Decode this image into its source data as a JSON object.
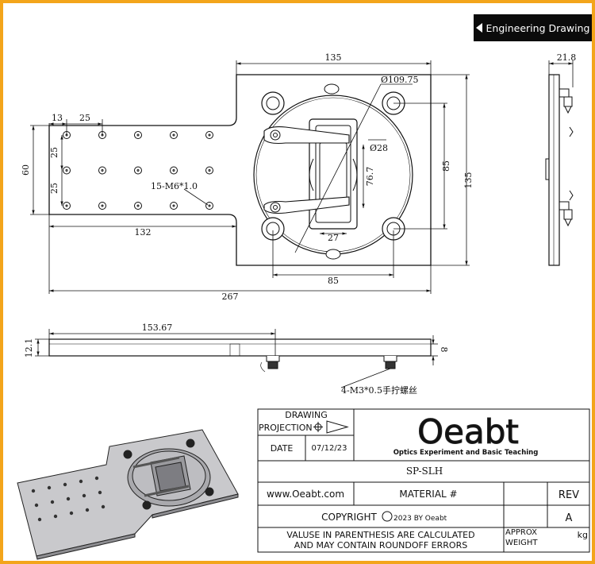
{
  "header": {
    "tag_label": "Engineering Drawing",
    "tag_icon": "left-triangle-icon"
  },
  "top_view": {
    "dims": {
      "overall_length": "267",
      "arm_length": "132",
      "plate_width": "135",
      "plate_height": "135",
      "arm_height": "60",
      "hole_offset": "13",
      "hole_pitch_x": "25",
      "hole_pitch_y1": "25",
      "hole_pitch_y2": "25",
      "bore_dia": "Ø109.75",
      "bore_inner_dia": "Ø28",
      "slot_height": "76.7",
      "slot_width": "27",
      "post_pitch_x": "85",
      "post_pitch_y": "85"
    },
    "hole_note": "15-M6*1.0"
  },
  "side_view": {
    "thickness": "21.8"
  },
  "front_view": {
    "length": "153.67",
    "thickness": "12.1",
    "step": "8",
    "screw_note": "4-M3*0.5手拧螺丝"
  },
  "title_block": {
    "drawing_label": "DRAWING",
    "projection_label": "PROJECTION",
    "date_label": "DATE",
    "date_value": "07/12/23",
    "logo_text": "Oeabt",
    "logo_tagline": "Optics Experiment and Basic Teaching",
    "part_number": "SP-SLH",
    "website": "www.Oeabt.com",
    "material_label": "MATERIAL #",
    "rev_label": "REV",
    "rev_value": "A",
    "copyright_label": "COPYRIGHT",
    "copyright_year": "2023 BY Oeabt",
    "note_line1": "VALUSE IN PARENTHESIS ARE CALCULATED",
    "note_line2": "AND MAY CONTAIN ROUNDOFF ERRORS",
    "weight_label_1": "APPROX",
    "weight_label_2": "WEIGHT",
    "weight_unit": "kg"
  },
  "colors": {
    "frame": "#f3a51b",
    "tag_bg": "#0b0b0b",
    "line": "#111111"
  }
}
